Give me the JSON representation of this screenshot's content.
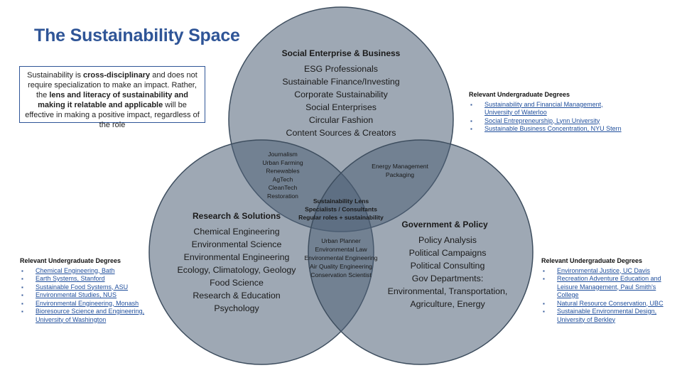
{
  "title": "The Sustainability Space",
  "intro": {
    "p1": "Sustainability is ",
    "b1": "cross-disciplinary",
    "p2": " and does not require specialization to make an impact. Rather, the ",
    "b2": "lens and literacy of sustainability and making it relatable and applicable",
    "p3": " will be effective in making a positive impact, regardless of the role"
  },
  "colors": {
    "title": "#2f5597",
    "circle_fill": "#4e6176",
    "circle_stroke": "#3d4d5e",
    "link": "#1f4e9c"
  },
  "circles": {
    "business": {
      "title": "Social Enterprise & Business",
      "items": [
        "ESG Professionals",
        "Sustainable Finance/Investing",
        "Corporate Sustainability",
        "Social Enterprises",
        "Circular Fashion",
        "Content Sources & Creators"
      ]
    },
    "research": {
      "title": "Research & Solutions",
      "items": [
        "Chemical Engineering",
        "Environmental Science",
        "Environmental Engineering",
        "Ecology, Climatology, Geology",
        "Food Science",
        "Research & Education",
        "Psychology"
      ]
    },
    "government": {
      "title": "Government & Policy",
      "items": [
        "Policy Analysis",
        "Political Campaigns",
        "Political Consulting",
        "Gov Departments:",
        "Environmental, Transportation,",
        "Agriculture, Energy"
      ]
    }
  },
  "overlaps": {
    "business_research": [
      "Journalism",
      "Urban Farming",
      "Renewables",
      "AgTech",
      "CleanTech",
      "Restoration"
    ],
    "business_government": [
      "Energy Management",
      "Packaging"
    ],
    "research_government": [
      "Urban Planner",
      "Environmental Law",
      "Environmental Engineering",
      "Air Quality Engineering",
      "Conservation Scientist"
    ],
    "center": [
      "Sustainability Lens",
      "Specialists / Consultants",
      "Regular roles + sustainability"
    ]
  },
  "degrees": {
    "heading": "Relevant Undergraduate Degrees",
    "right_top": [
      "Sustainability and Financial Management, University of Waterloo",
      "Social Entrepreneurship, Lynn University",
      "Sustainable Business Concentration, NYU Stern"
    ],
    "left_bottom": [
      "Chemical Engineering, Bath",
      "Earth Systems, Stanford",
      "Sustainable Food Systems, ASU",
      "Environmental Studies, NUS",
      "Environmental Engineering, Monash",
      "Bioresource Science and Engineering, University of Washington"
    ],
    "right_bottom": [
      "Environmental Justice, UC Davis",
      "Recreation Adventure Education and Leisure Management, Paul Smith's College",
      "Natural Resource Conservation, UBC",
      "Sustainable Environmental Design, University of Berkley"
    ]
  }
}
